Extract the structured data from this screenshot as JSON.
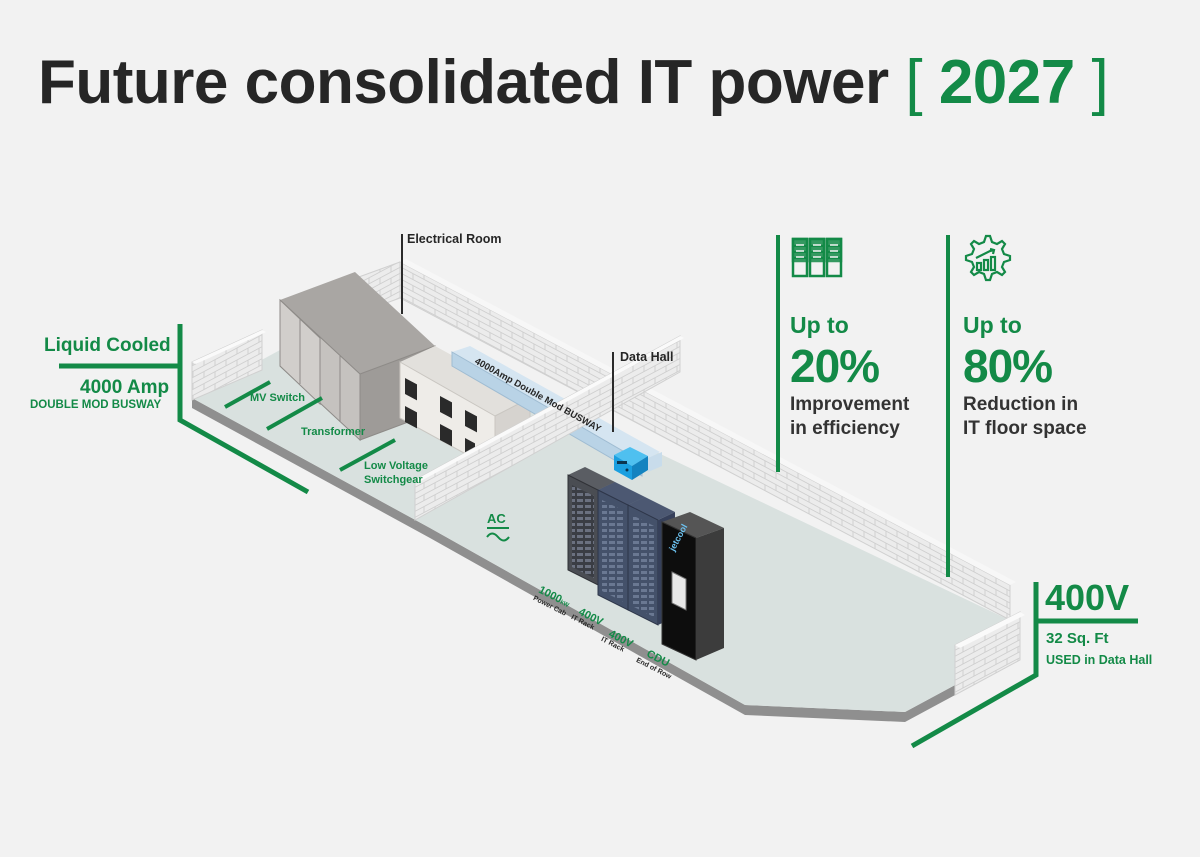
{
  "title": {
    "main": "Future consolidated IT power",
    "bracket_open": "[",
    "year": "2027",
    "bracket_close": "]"
  },
  "left_callout": {
    "cooling": "Liquid Cooled",
    "amperage": "4000 Amp",
    "busway": "DOUBLE MOD BUSWAY"
  },
  "rooms": {
    "electrical_room": "Electrical Room",
    "data_hall": "Data Hall"
  },
  "equipment_labels": {
    "mv_switch": "MV Switch",
    "transformer": "Transformer",
    "low_voltage_line1": "Low Voltage",
    "low_voltage_line2": "Switchgear",
    "busway": "4000Amp Double Mod BUSWAY",
    "ac": "AC",
    "ac_symbol": "~"
  },
  "racks": [
    {
      "value": "1000",
      "unit": "kW",
      "label": "Power Cab"
    },
    {
      "value": "400V",
      "unit": "",
      "label": "IT Rack"
    },
    {
      "value": "400V",
      "unit": "",
      "label": "IT Rack"
    },
    {
      "value": "CDU",
      "unit": "",
      "label": "End of Row"
    }
  ],
  "cdu_brand": "jetcool",
  "stats": [
    {
      "icon": "server-racks-icon",
      "prefix": "Up to",
      "value": "20%",
      "line1": "Improvement",
      "line2": "in efficiency"
    },
    {
      "icon": "gear-growth-chart-icon",
      "prefix": "Up to",
      "value": "80%",
      "line1": "Reduction in",
      "line2": "IT floor space"
    }
  ],
  "right_callout": {
    "voltage": "400V",
    "area": "32 Sq. Ft",
    "usage": "USED in Data Hall"
  },
  "colors": {
    "accent_green": "#138a47",
    "title_dark": "#262626",
    "background": "#f2f2f2",
    "floor": "#d9e1df",
    "busway_blue": "#b9d3e6",
    "connector_blue": "#1a9fe0"
  }
}
